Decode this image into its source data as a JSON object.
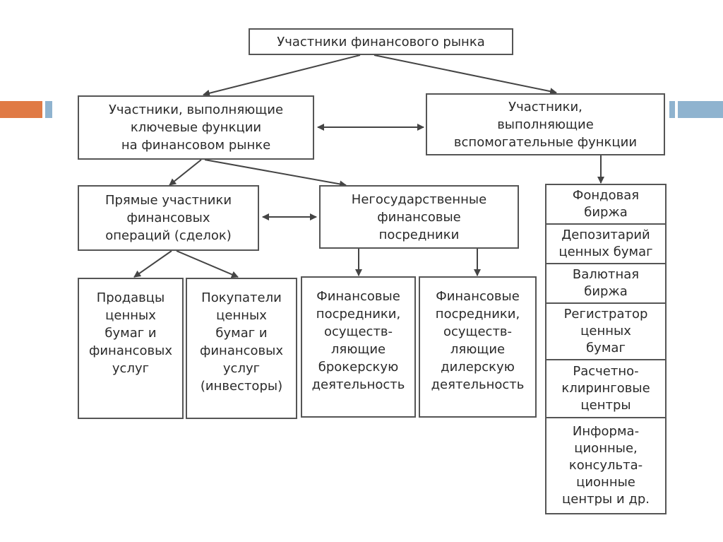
{
  "colors": {
    "accent_orange": "#e07a45",
    "accent_blue": "#8fb3cf",
    "box_border": "#555555"
  },
  "diagram": {
    "root": {
      "lines": [
        "Участники финансового рынка"
      ]
    },
    "key_functions": {
      "lines": [
        "Участники, выполняющие",
        "ключевые функции",
        "на финансовом рынке"
      ]
    },
    "auxiliary_functions": {
      "lines": [
        "Участники,",
        "выполняющие",
        "вспомогательные функции"
      ]
    },
    "direct_participants": {
      "lines": [
        "Прямые участники",
        "финансовых",
        "операций (сделок)"
      ]
    },
    "nongov_intermediaries": {
      "lines": [
        "Негосударственные",
        "финансовые",
        "посредники"
      ]
    },
    "sellers": {
      "lines": [
        "Продавцы",
        "ценных",
        "бумаг и",
        "финансовых",
        "услуг"
      ]
    },
    "buyers": {
      "lines": [
        "Покупатели",
        "ценных",
        "бумаг и",
        "финансовых",
        "услуг",
        "(инвесторы)"
      ]
    },
    "brokers": {
      "lines": [
        "Финансовые",
        "посредники,",
        "осуществ-",
        "ляющие",
        "брокерскую",
        "деятельность"
      ]
    },
    "dealers": {
      "lines": [
        "Финансовые",
        "посредники,",
        "осуществ-",
        "ляющие",
        "дилерскую",
        "деятельность"
      ]
    },
    "auxiliary_list": [
      {
        "lines": [
          "Фондовая",
          "биржа"
        ]
      },
      {
        "lines": [
          "Депозитарий",
          "ценных бумаг"
        ]
      },
      {
        "lines": [
          "Валютная",
          "биржа"
        ]
      },
      {
        "lines": [
          "Регистратор",
          "ценных",
          "бумаг"
        ]
      },
      {
        "lines": [
          "Расчетно-",
          "клиринговые",
          "центры"
        ]
      },
      {
        "lines": [
          "Информа-",
          "ционные,",
          "консульта-",
          "ционные",
          "центры и др."
        ]
      }
    ]
  }
}
